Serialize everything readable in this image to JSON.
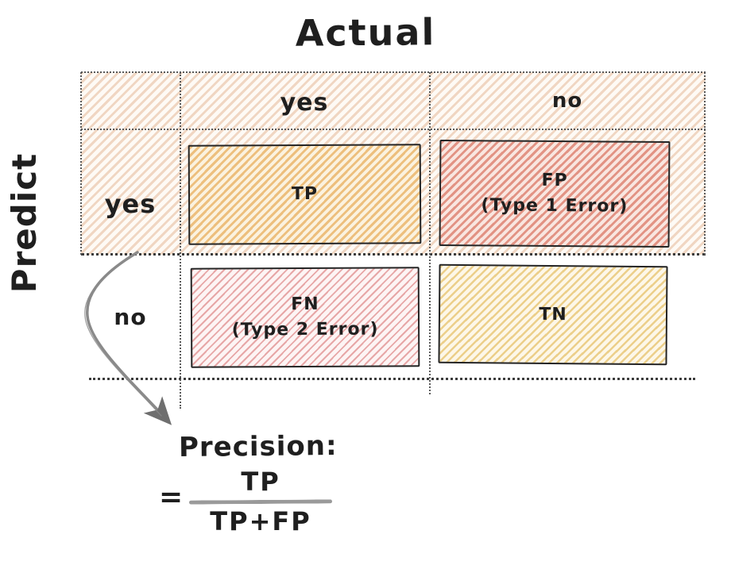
{
  "title": "Actual",
  "axis_label": "Predict",
  "matrix": {
    "col_headers": [
      "yes",
      "no"
    ],
    "row_headers": [
      "yes",
      "no"
    ],
    "cells": [
      {
        "id": "tp",
        "label": "TP",
        "sublabel": ""
      },
      {
        "id": "fp",
        "label": "FP",
        "sublabel": "(Type 1 Error)"
      },
      {
        "id": "fn",
        "label": "FN",
        "sublabel": "(Type 2 Error)"
      },
      {
        "id": "tn",
        "label": "TN",
        "sublabel": ""
      }
    ]
  },
  "formula": {
    "title": "Precision:",
    "equals": "=",
    "numerator": "TP",
    "denominator": "TP+FP"
  },
  "colors": {
    "ink": "#1f1f1f",
    "grid_dot": "#5a5a5a",
    "grid_dot_dark": "#3c3c3c",
    "arrow_gray": "#8a8a8a",
    "bar_gray": "#9a9a9a",
    "header_hatch_line": "#f0d6c2",
    "tp_hatch_line": "#edbf7d",
    "fp_hatch_line": "#e29384",
    "fn_hatch_line": "#e7a7a7",
    "tn_hatch_line": "#eccf8a"
  }
}
